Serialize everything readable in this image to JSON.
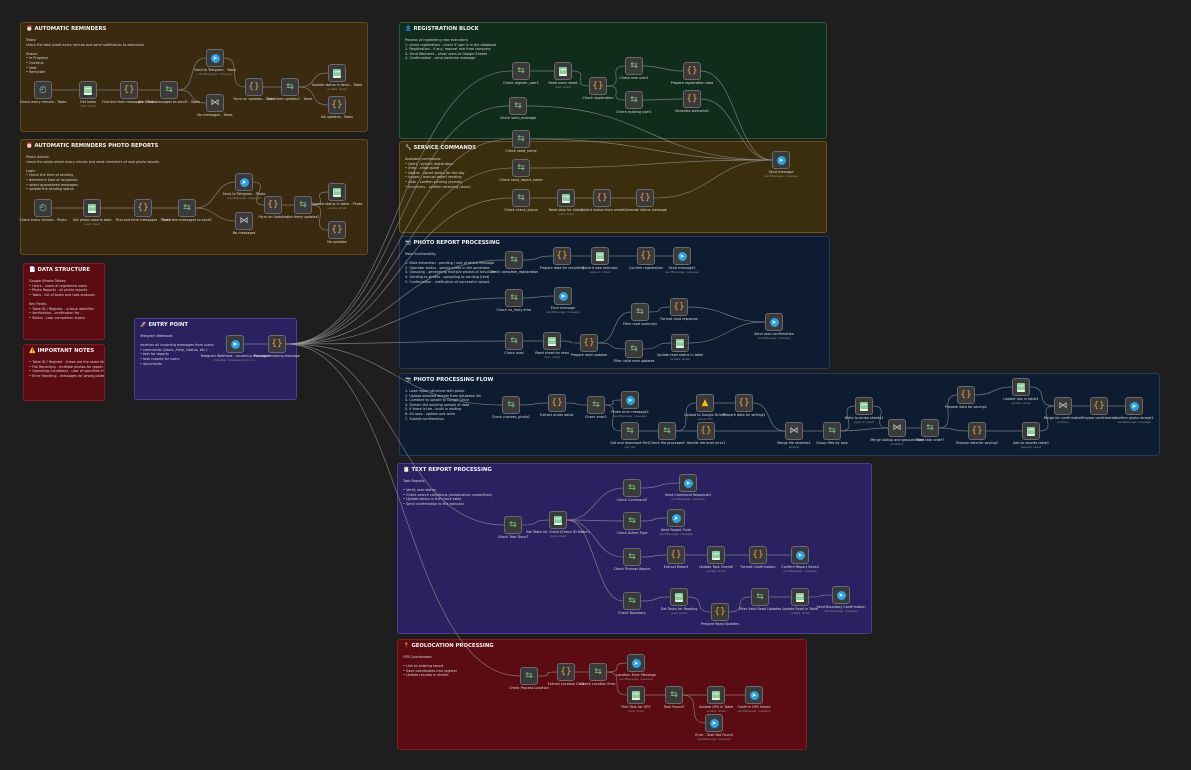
{
  "canvas": {
    "background": "#1e1e1e",
    "wire_color": "#9a9a9a"
  },
  "sticky_notes": [
    {
      "id": "n1",
      "color": "#3a2a10",
      "border": "#6b4a18",
      "title": "⏰ AUTOMATIC REMINDERS",
      "desc": "Tasks:\ncheck the task sheet every minute and send notification to executors\n\nStatus:\n• In Progress\n• Overdue\n• New\n• Reminder"
    },
    {
      "id": "n2",
      "color": "#3a2a10",
      "border": "#6b4a18",
      "title": "⏰ AUTOMATIC REMINDERS PHOTO REPORTS",
      "desc": "Photo journal:\ncheck the photo sheet every minute and send reminders of new photo reports\n\nLogic:\n• check the time of sending\n• determine time of recipients\n• select guaranteed messages\n• update the sending status"
    },
    {
      "id": "n3",
      "color": "#5a0c12",
      "border": "#8a1a22",
      "title": "📄 DATA STRUCTURE",
      "desc": "Google Sheets Tables:\n• Users - users of registered users\n• Photo Reports - all photo reports\n• Tasks - list of tasks and task statuses\n\nKey Fields:\n• Table ID / Register - unique identifier\n• Verification - verification for ..\n• Status - task completion status"
    },
    {
      "id": "n4",
      "color": "#5a0c12",
      "border": "#8a1a22",
      "title": "⚠️ IMPORTANT NOTES",
      "desc": "• Table ID / Register - these are the same identifier\n• File Recording - multiple photos for report in the same\n• Operating Conditions - user of specified channels\n• Error Handling - messages for wrong patterns"
    },
    {
      "id": "n5",
      "color": "#2a2260",
      "border": "#4a3f95",
      "title": "🚀 ENTRY POINT",
      "desc": "Telegram Webhook:\n\nreceives all incoming messages from users:\n• commands (/start, /help, /status, etc.)\n• text for reports\n• task reports for users\n• documents"
    },
    {
      "id": "n6",
      "color": "#102c1a",
      "border": "#2a5a38",
      "title": "👤 REGISTRATION BLOCK",
      "desc": "Process of registering new executors:\n1. check registration - check if user is in the database\n2. Registration - if any, request role from company\n3. Send Welcome - show users to Google Sheets\n4. Confirmation - send welcome message"
    },
    {
      "id": "n7",
      "color": "#3a2e0c",
      "border": "#6b5518",
      "title": "🔧 SERVICE COMMANDS",
      "desc": "Available commands:\n• /start - system registration\n• /help - show guide\n• /status - report status for the day\n• /report - manual report sending\n• /task - confirm sending (events)\n• /inventory - confirm receiving (issue)"
    },
    {
      "id": "n8",
      "color": "#0d1c30",
      "border": "#1f3a5a",
      "title": "📷 PHOTO REPORT PROCESSING",
      "desc": "Main functionality:\n\n1. Data extraction - pending / sort of photo message\n2. Operator status - saving photo in the generator\n3. Grouping - generating multiple photos of structure\n4. Sending to sheets - uploading to sending (text)\n5. Confirmation - notification of successful upload"
    },
    {
      "id": "n9",
      "color": "#0d1c30",
      "border": "#1f3a5a",
      "title": "📷 PHOTO PROCESSING FLOW",
      "desc": "1. Load report structure with photo\n2. Upload detailed stream from database list\n3. Combine to upload to Google Drive\n4. Stream the working sample of data\n5. If there is the - build in waiting\n6. All rows - update and write\n7. Submit confirmation"
    },
    {
      "id": "n10",
      "color": "#2a2260",
      "border": "#4a3f95",
      "title": "📋 TEXT REPORT PROCESSING",
      "desc": "Task Reports:\n\n• Verify user status\n• Check search conditions (combination completion)\n• Update status in the check table\n• Send confirmation to the executor"
    },
    {
      "id": "n11",
      "color": "#5a0c12",
      "border": "#8a1a22",
      "title": "📍 GEOLOCATION PROCESSING",
      "desc": "GPS Coordinates:\n\n• Link to existing report\n• Save coordinates into register\n• Update records in sheets"
    }
  ],
  "nodes": [
    {
      "id": "a1",
      "type": "clock",
      "label": "Check every minute - Tasks",
      "sub": ""
    },
    {
      "id": "a2",
      "type": "sheet",
      "label": "Get tasks",
      "sub": "read: sheet"
    },
    {
      "id": "a3",
      "type": "code",
      "label": "Find and form messages - Tasks",
      "sub": ""
    },
    {
      "id": "a4",
      "type": "switch",
      "label": "Are there messages to send? - Tasks",
      "sub": ""
    },
    {
      "id": "a5",
      "type": "tg",
      "label": "Send to Telegram - Tasks",
      "sub": "sendMessage: message"
    },
    {
      "id": "a6",
      "type": "merge",
      "label": "No messages - Tasks",
      "sub": ""
    },
    {
      "id": "a7",
      "type": "code",
      "label": "Form on updates - Tasks",
      "sub": ""
    },
    {
      "id": "a8",
      "type": "switch",
      "label": "Are there updates? - Tasks",
      "sub": ""
    },
    {
      "id": "a9",
      "type": "sheet",
      "label": "Update status in tasks - Tasks",
      "sub": "update: sheet"
    },
    {
      "id": "a10",
      "type": "code",
      "label": "No updates - Tasks",
      "sub": ""
    },
    {
      "id": "b1",
      "type": "clock",
      "label": "Check every minute - Photo",
      "sub": ""
    },
    {
      "id": "b2",
      "type": "sheet",
      "label": "Get photo reports data",
      "sub": "read: sheet"
    },
    {
      "id": "b3",
      "type": "code",
      "label": "Find and form messages - Photo",
      "sub": ""
    },
    {
      "id": "b4",
      "type": "switch",
      "label": "Are there messages to send?",
      "sub": ""
    },
    {
      "id": "b5",
      "type": "tg",
      "label": "Send to Telegram - Photo",
      "sub": "sendMessage: message"
    },
    {
      "id": "b6",
      "type": "merge",
      "label": "No messages",
      "sub": ""
    },
    {
      "id": "b7",
      "type": "code",
      "label": "Form on Updates",
      "sub": ""
    },
    {
      "id": "b8",
      "type": "switch",
      "label": "Are there updates?",
      "sub": ""
    },
    {
      "id": "b9",
      "type": "sheet",
      "label": "Update status in table - Photo",
      "sub": "update: sheet"
    },
    {
      "id": "b10",
      "type": "code",
      "label": "No updates",
      "sub": ""
    },
    {
      "id": "e1",
      "type": "tg",
      "label": "Telegram Webhook - Incoming messages",
      "sub": "Updates: message, photo, lo..."
    },
    {
      "id": "e2",
      "type": "code",
      "label": "Process incoming message",
      "sub": ""
    },
    {
      "id": "r1",
      "type": "switch",
      "label": "Check register_user1",
      "sub": ""
    },
    {
      "id": "r2",
      "type": "sheet",
      "label": "Read users sheet",
      "sub": "read: sheet"
    },
    {
      "id": "r3",
      "type": "code",
      "label": "Check registration",
      "sub": ""
    },
    {
      "id": "r4",
      "type": "switch",
      "label": "Check new user1",
      "sub": ""
    },
    {
      "id": "r5",
      "type": "switch",
      "label": "Check existing user1",
      "sub": ""
    },
    {
      "id": "r6",
      "type": "code",
      "label": "Prepare registration data",
      "sub": ""
    },
    {
      "id": "r7",
      "type": "code",
      "label": "Generate welcome1",
      "sub": ""
    },
    {
      "id": "r8",
      "type": "switch",
      "label": "Check send_message",
      "sub": ""
    },
    {
      "id": "s1",
      "type": "switch",
      "label": "Check need_name",
      "sub": ""
    },
    {
      "id": "s2",
      "type": "switch",
      "label": "Check send_report_name",
      "sub": ""
    },
    {
      "id": "s3",
      "type": "switch",
      "label": "Check check_status",
      "sub": ""
    },
    {
      "id": "s4",
      "type": "sheet",
      "label": "Read data for status",
      "sub": "read: sheet"
    },
    {
      "id": "s5",
      "type": "code",
      "label": "Collect status from sheet",
      "sub": ""
    },
    {
      "id": "s6",
      "type": "code",
      "label": "Generate status message",
      "sub": ""
    },
    {
      "id": "sm",
      "type": "tg",
      "label": "Send message",
      "sub": "sendMessage: message"
    },
    {
      "id": "p1",
      "type": "switch",
      "label": "Check complete_registration",
      "sub": ""
    },
    {
      "id": "p2",
      "type": "code",
      "label": "Prepare data for recording",
      "sub": ""
    },
    {
      "id": "p3",
      "type": "sheet",
      "label": "Record new executor",
      "sub": "append: sheet"
    },
    {
      "id": "p4",
      "type": "code",
      "label": "Confirm registration",
      "sub": ""
    },
    {
      "id": "p5",
      "type": "tg",
      "label": "Send message2",
      "sub": "sendMessage: message"
    },
    {
      "id": "p6",
      "type": "switch",
      "label": "Check no_reply error",
      "sub": ""
    },
    {
      "id": "p7",
      "type": "tg",
      "label": "Error message",
      "sub": "sendMessage: message"
    },
    {
      "id": "p8",
      "type": "switch",
      "label": "Filter read summary",
      "sub": ""
    },
    {
      "id": "p9",
      "type": "code",
      "label": "Format read response",
      "sub": ""
    },
    {
      "id": "p10",
      "type": "tg",
      "label": "Send read confirmation",
      "sub": "sendMessage: message"
    },
    {
      "id": "p11",
      "type": "switch",
      "label": "Check read",
      "sub": ""
    },
    {
      "id": "p12",
      "type": "sheet",
      "label": "Read sheet for read",
      "sub": "read: sheet"
    },
    {
      "id": "p13",
      "type": "code",
      "label": "Prepare read updates",
      "sub": ""
    },
    {
      "id": "p14",
      "type": "switch",
      "label": "Filter valid read updates",
      "sub": ""
    },
    {
      "id": "p15",
      "type": "sheet",
      "label": "Update read status in table",
      "sub": "update: sheet"
    },
    {
      "id": "f1",
      "type": "switch",
      "label": "Check process_photo1",
      "sub": ""
    },
    {
      "id": "f2",
      "type": "code",
      "label": "Extract photo data1",
      "sub": ""
    },
    {
      "id": "f3",
      "type": "switch",
      "label": "Check error1",
      "sub": ""
    },
    {
      "id": "f4",
      "type": "tg",
      "label": "Photo error message2",
      "sub": "sendMessage: message"
    },
    {
      "id": "f5",
      "type": "switch",
      "label": "Get and download file1",
      "sub": "get: file"
    },
    {
      "id": "f6",
      "type": "switch",
      "label": "Check file processed",
      "sub": ""
    },
    {
      "id": "f7",
      "type": "drive",
      "label": "Upload to Google Drive1",
      "sub": "upload: file"
    },
    {
      "id": "f8",
      "type": "code",
      "label": "Handle retrieval error1",
      "sub": ""
    },
    {
      "id": "f9",
      "type": "code",
      "label": "Prepare data for writing1",
      "sub": ""
    },
    {
      "id": "f10",
      "type": "merge",
      "label": "Merge file streams1",
      "sub": "append"
    },
    {
      "id": "f11",
      "type": "switch",
      "label": "Group files by task",
      "sub": ""
    },
    {
      "id": "f12",
      "type": "sheet",
      "label": "Write to photo sheets1",
      "sub": "append: sheet"
    },
    {
      "id": "f13",
      "type": "merge",
      "label": "Merge lookup and grouped files",
      "sub": "multiplex"
    },
    {
      "id": "f14",
      "type": "switch",
      "label": "Save task order?",
      "sub": ""
    },
    {
      "id": "f15",
      "type": "code",
      "label": "Prepare data for saving1",
      "sub": ""
    },
    {
      "id": "f16",
      "type": "code",
      "label": "Prepare data for saving2",
      "sub": ""
    },
    {
      "id": "f17",
      "type": "sheet",
      "label": "Update row in table1",
      "sub": "update: sheet"
    },
    {
      "id": "f18",
      "type": "sheet",
      "label": "Add to reports table1",
      "sub": "append: sheet"
    },
    {
      "id": "f19",
      "type": "merge",
      "label": "Merge for confirmation",
      "sub": "combine"
    },
    {
      "id": "f20",
      "type": "code",
      "label": "Prepare confirmation",
      "sub": ""
    },
    {
      "id": "f21",
      "type": "tg",
      "label": "Confirm photo receipt1",
      "sub": "sendMessage: message"
    },
    {
      "id": "t1",
      "type": "switch",
      "label": "Check Task Done?",
      "sub": ""
    },
    {
      "id": "t2",
      "type": "sheet",
      "label": "Get Tasks for Check1Check ID Match1",
      "sub": "read: sheet"
    },
    {
      "id": "t3",
      "type": "switch",
      "label": "Check Command?",
      "sub": ""
    },
    {
      "id": "t4",
      "type": "tg",
      "label": "Send Command Response1",
      "sub": "sendMessage: message"
    },
    {
      "id": "t5",
      "type": "switch",
      "label": "Check Action Type",
      "sub": ""
    },
    {
      "id": "t6",
      "type": "tg",
      "label": "Send Report Form",
      "sub": "sendMessage: message"
    },
    {
      "id": "t7",
      "type": "switch",
      "label": "Check Process Report",
      "sub": ""
    },
    {
      "id": "t8",
      "type": "code",
      "label": "Extract Report",
      "sub": ""
    },
    {
      "id": "t9",
      "type": "sheet",
      "label": "Update Task Overall",
      "sub": "update: sheet"
    },
    {
      "id": "t10",
      "type": "code",
      "label": "Format Confirmation",
      "sub": ""
    },
    {
      "id": "t11",
      "type": "tg",
      "label": "Confirm Report Saved",
      "sub": "sendMessage: message"
    },
    {
      "id": "t12",
      "type": "switch",
      "label": "Check Boundary",
      "sub": ""
    },
    {
      "id": "t13",
      "type": "sheet",
      "label": "Get Tasks for Reading",
      "sub": "read: sheet"
    },
    {
      "id": "t14",
      "type": "code",
      "label": "Prepare Read Updates",
      "sub": ""
    },
    {
      "id": "t15",
      "type": "switch",
      "label": "Filter Valid Read Updates",
      "sub": ""
    },
    {
      "id": "t16",
      "type": "sheet",
      "label": "Update Read in Table",
      "sub": "update: sheet"
    },
    {
      "id": "t17",
      "type": "tg",
      "label": "Send Boundary Confirmation",
      "sub": "sendMessage: message"
    },
    {
      "id": "g1",
      "type": "switch",
      "label": "Check Process Location",
      "sub": ""
    },
    {
      "id": "g2",
      "type": "code",
      "label": "Extract Location Data",
      "sub": ""
    },
    {
      "id": "g3",
      "type": "switch",
      "label": "Check Location Error",
      "sub": ""
    },
    {
      "id": "g4",
      "type": "tg",
      "label": "Location Error Message",
      "sub": "sendMessage: message"
    },
    {
      "id": "g5",
      "type": "sheet",
      "label": "Find Task for GPS",
      "sub": "read: sheet"
    },
    {
      "id": "g6",
      "type": "switch",
      "label": "Task Found?",
      "sub": ""
    },
    {
      "id": "g7",
      "type": "sheet",
      "label": "Update GPS in Table",
      "sub": "update: sheet"
    },
    {
      "id": "g8",
      "type": "tg",
      "label": "Confirm GPS Saved",
      "sub": "sendMessage: message"
    },
    {
      "id": "g9",
      "type": "tg",
      "label": "Error - Task Not Found",
      "sub": "sendMessage: message"
    }
  ],
  "connections": [
    [
      "a1",
      "a2"
    ],
    [
      "a2",
      "a3"
    ],
    [
      "a3",
      "a4"
    ],
    [
      "a4",
      "a5"
    ],
    [
      "a4",
      "a6"
    ],
    [
      "a5",
      "a7"
    ],
    [
      "a7",
      "a8"
    ],
    [
      "a8",
      "a9"
    ],
    [
      "a8",
      "a10"
    ],
    [
      "b1",
      "b2"
    ],
    [
      "b2",
      "b3"
    ],
    [
      "b3",
      "b4"
    ],
    [
      "b4",
      "b5"
    ],
    [
      "b4",
      "b6"
    ],
    [
      "b5",
      "b7"
    ],
    [
      "b7",
      "b8"
    ],
    [
      "b8",
      "b9"
    ],
    [
      "b8",
      "b10"
    ],
    [
      "e1",
      "e2"
    ],
    [
      "e2",
      "r1"
    ],
    [
      "e2",
      "r8"
    ],
    [
      "e2",
      "s1"
    ],
    [
      "e2",
      "s2"
    ],
    [
      "e2",
      "s3"
    ],
    [
      "e2",
      "p1"
    ],
    [
      "e2",
      "p6"
    ],
    [
      "e2",
      "p11"
    ],
    [
      "e2",
      "f1"
    ],
    [
      "e2",
      "t1"
    ],
    [
      "e2",
      "g1"
    ],
    [
      "r1",
      "r2"
    ],
    [
      "r2",
      "r3"
    ],
    [
      "r3",
      "r4"
    ],
    [
      "r3",
      "r5"
    ],
    [
      "r4",
      "r6"
    ],
    [
      "r5",
      "r7"
    ],
    [
      "r6",
      "sm"
    ],
    [
      "r7",
      "sm"
    ],
    [
      "r8",
      "sm"
    ],
    [
      "s1",
      "sm"
    ],
    [
      "s2",
      "sm"
    ],
    [
      "s3",
      "s4"
    ],
    [
      "s4",
      "s5"
    ],
    [
      "s5",
      "s6"
    ],
    [
      "s6",
      "sm"
    ],
    [
      "p1",
      "p2"
    ],
    [
      "p2",
      "p3"
    ],
    [
      "p3",
      "p4"
    ],
    [
      "p4",
      "p5"
    ],
    [
      "p6",
      "p7"
    ],
    [
      "p11",
      "p12"
    ],
    [
      "p12",
      "p13"
    ],
    [
      "p13",
      "p8"
    ],
    [
      "p13",
      "p14"
    ],
    [
      "p8",
      "p9"
    ],
    [
      "p9",
      "p10"
    ],
    [
      "p14",
      "p15"
    ],
    [
      "p15",
      "p10"
    ],
    [
      "f1",
      "f2"
    ],
    [
      "f2",
      "f3"
    ],
    [
      "f3",
      "f4"
    ],
    [
      "f3",
      "f5"
    ],
    [
      "f5",
      "f6"
    ],
    [
      "f6",
      "f7"
    ],
    [
      "f6",
      "f8"
    ],
    [
      "f7",
      "f9"
    ],
    [
      "f8",
      "f10"
    ],
    [
      "f9",
      "f10"
    ],
    [
      "f10",
      "f11"
    ],
    [
      "f11",
      "f12"
    ],
    [
      "f11",
      "f13"
    ],
    [
      "f12",
      "f13"
    ],
    [
      "f13",
      "f14"
    ],
    [
      "f14",
      "f15"
    ],
    [
      "f14",
      "f16"
    ],
    [
      "f15",
      "f17"
    ],
    [
      "f16",
      "f18"
    ],
    [
      "f17",
      "f19"
    ],
    [
      "f18",
      "f19"
    ],
    [
      "f19",
      "f20"
    ],
    [
      "f20",
      "f21"
    ],
    [
      "t1",
      "t2"
    ],
    [
      "t2",
      "t3"
    ],
    [
      "t2",
      "t5"
    ],
    [
      "t2",
      "t7"
    ],
    [
      "t2",
      "t12"
    ],
    [
      "t3",
      "t4"
    ],
    [
      "t5",
      "t6"
    ],
    [
      "t7",
      "t8"
    ],
    [
      "t8",
      "t9"
    ],
    [
      "t9",
      "t10"
    ],
    [
      "t10",
      "t11"
    ],
    [
      "t12",
      "t13"
    ],
    [
      "t13",
      "t14"
    ],
    [
      "t14",
      "t15"
    ],
    [
      "t15",
      "t16"
    ],
    [
      "t16",
      "t17"
    ],
    [
      "g1",
      "g2"
    ],
    [
      "g2",
      "g3"
    ],
    [
      "g3",
      "g4"
    ],
    [
      "g3",
      "g5"
    ],
    [
      "g5",
      "g6"
    ],
    [
      "g6",
      "g7"
    ],
    [
      "g6",
      "g9"
    ],
    [
      "g7",
      "g8"
    ]
  ]
}
